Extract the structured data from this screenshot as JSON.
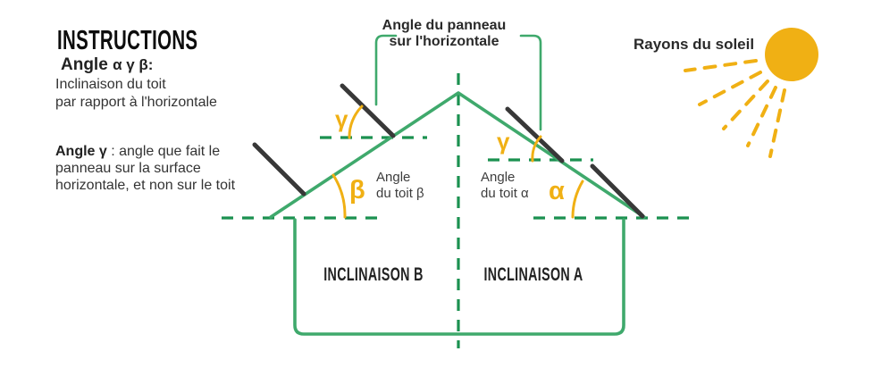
{
  "title": "INSTRUCTIONS",
  "instructions": {
    "block1": {
      "lead": "Angle",
      "symbols": "α γ β:",
      "line2": "Inclinaison du toit",
      "line3": "par rapport à l'horizontale"
    },
    "block2": {
      "lead": "Angle γ",
      "rest": " : angle que fait le",
      "line2": "panneau sur la surface",
      "line3": "horizontale, et non sur le toit"
    }
  },
  "diagram": {
    "bracket_label": {
      "line1": "Angle du panneau",
      "line2": "sur l'horizontale"
    },
    "sun_label": "Rayons du soleil",
    "roof_angle_b": {
      "line1": "Angle",
      "line2": "du toit β"
    },
    "roof_angle_a": {
      "line1": "Angle",
      "line2": "du toit α"
    },
    "sections": {
      "left": "INCLINAISON B",
      "right": "INCLINAISON A"
    },
    "angle_symbols": {
      "gamma_left": "γ",
      "beta": "β",
      "gamma_right": "γ",
      "alpha": "α"
    }
  },
  "colors": {
    "green": "#3FA96C",
    "green_dark": "#1B9150",
    "yellow": "#F0B014",
    "panel_dark": "#383838"
  }
}
